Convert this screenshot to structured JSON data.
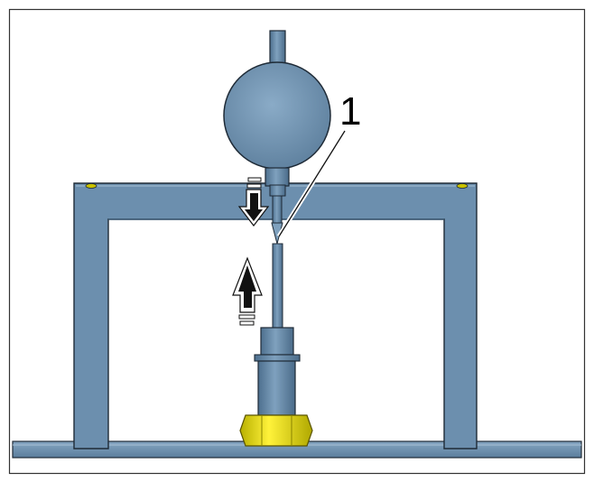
{
  "diagram": {
    "callouts": [
      {
        "label": "1",
        "target": "gauge-probe-tip"
      }
    ],
    "parts": {
      "dial_gauge": "dial-gauge",
      "fixture_frame": "fixture-frame",
      "base_plate": "base-plate",
      "hex_nut": "hex-nut",
      "plunger": "plunger"
    },
    "arrows": [
      {
        "name": "arrow-down",
        "direction": "down"
      },
      {
        "name": "arrow-up",
        "direction": "up"
      }
    ],
    "colors": {
      "steel": "#6b8fae",
      "steel_dark": "#3f5f7c",
      "steel_light": "#9fb9cf",
      "nut": "#e8e000",
      "nut_dark": "#a8a000",
      "outline": "#1e2a36",
      "border": "#333333"
    }
  }
}
